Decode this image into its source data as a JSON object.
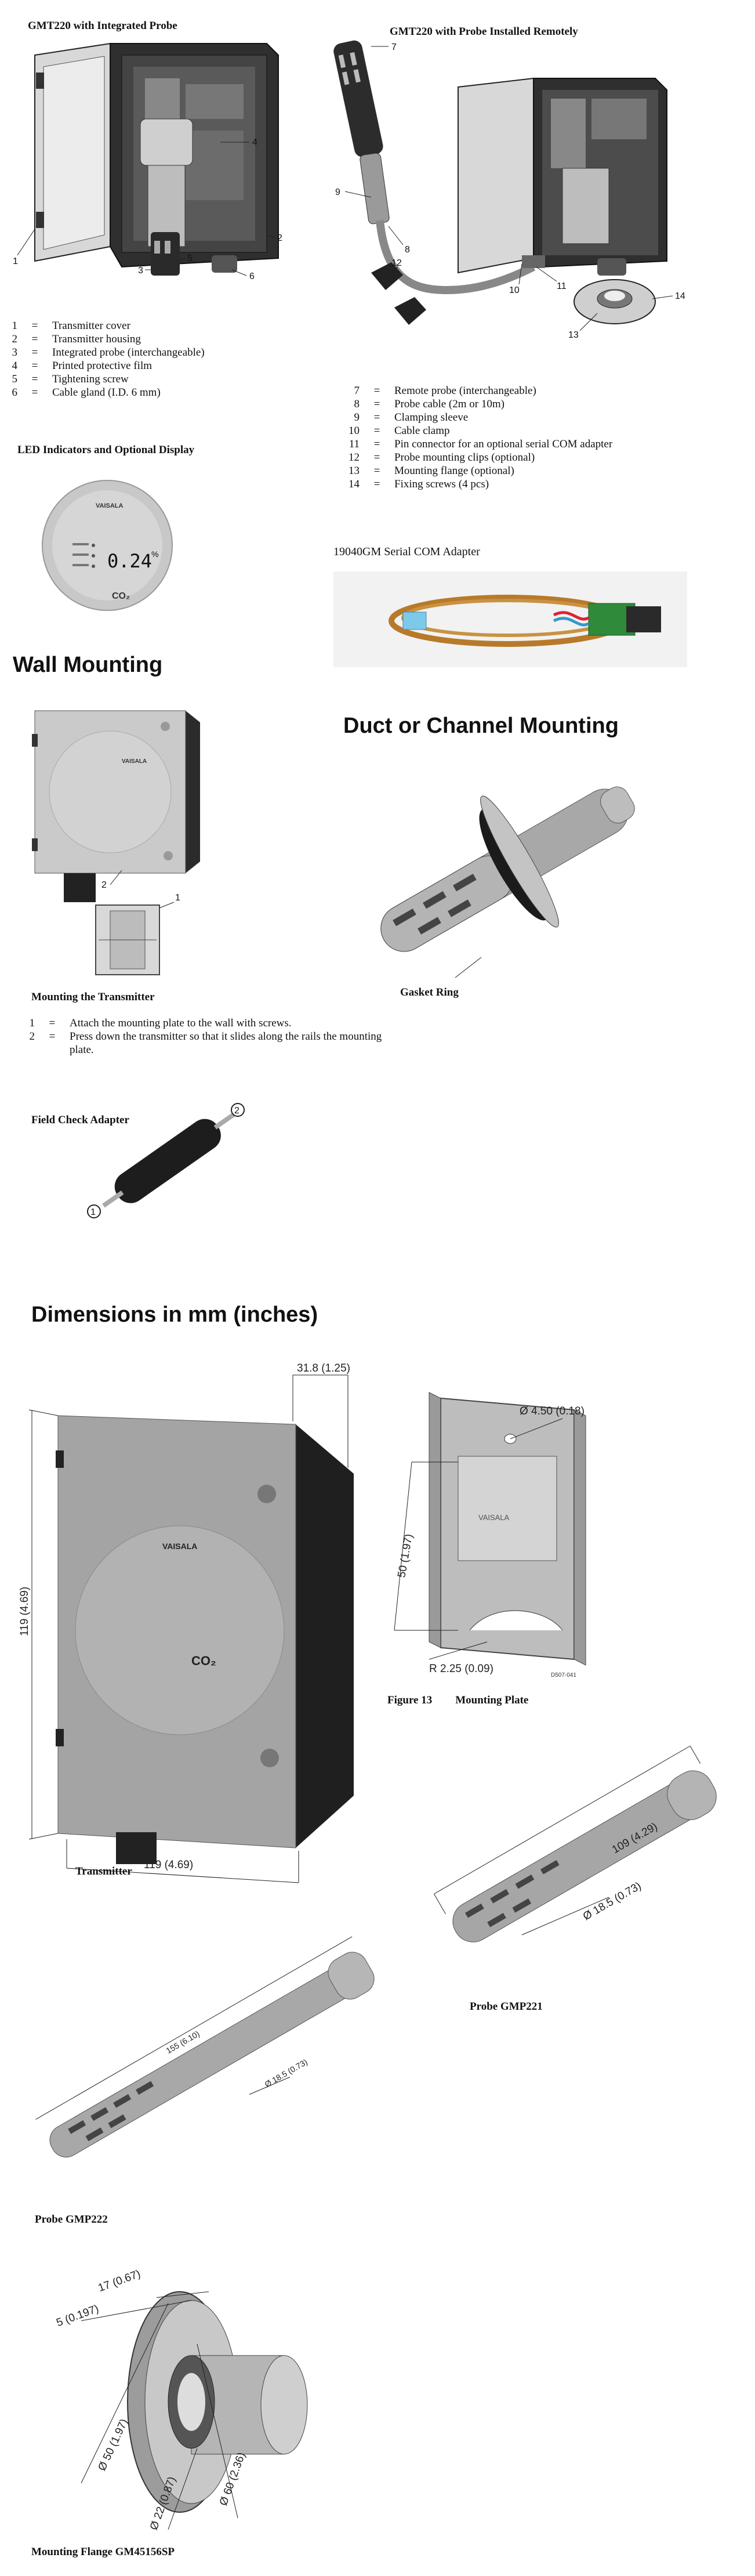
{
  "section_top": {
    "caption_integrated": "GMT220 with Integrated Probe",
    "caption_remote": "GMT220 with Probe Installed Remotely",
    "legend_left": [
      {
        "n": "1",
        "t": "Transmitter cover"
      },
      {
        "n": "2",
        "t": "Transmitter housing"
      },
      {
        "n": "3",
        "t": "Integrated probe (interchangeable)"
      },
      {
        "n": "4",
        "t": "Printed protective film"
      },
      {
        "n": "5",
        "t": "Tightening screw"
      },
      {
        "n": "6",
        "t": "Cable gland (I.D. 6 mm)"
      }
    ],
    "legend_right": [
      {
        "n": "7",
        "t": "Remote probe (interchangeable)"
      },
      {
        "n": "8",
        "t": "Probe cable (2m or 10m)"
      },
      {
        "n": "9",
        "t": "Clamping sleeve"
      },
      {
        "n": "10",
        "t": "Cable clamp"
      },
      {
        "n": "11",
        "t": "Pin connector for an optional serial COM adapter"
      },
      {
        "n": "12",
        "t": "Probe mounting clips (optional)"
      },
      {
        "n": "13",
        "t": "Mounting flange (optional)"
      },
      {
        "n": "14",
        "t": "Fixing screws (4 pcs)"
      }
    ],
    "eq": "=",
    "led_caption": "LED Indicators and Optional Display",
    "display_value": "0.24",
    "display_unit": "%",
    "display_gas": "CO₂",
    "brand": "VAISALA",
    "adapter_caption": "19040GM Serial COM Adapter",
    "callouts_left": [
      "1",
      "2",
      "3",
      "4",
      "5",
      "6"
    ],
    "callouts_right": [
      "7",
      "8",
      "9",
      "10",
      "11",
      "12",
      "13",
      "14"
    ]
  },
  "section_wall": {
    "title": "Wall Mounting",
    "duct_title": "Duct or Channel Mounting",
    "mounting_caption": "Mounting the Transmitter",
    "gasket_caption": "Gasket Ring",
    "steps": [
      {
        "n": "1",
        "t": "Attach the mounting plate to the wall with screws."
      },
      {
        "n": "2",
        "t": "Press down the transmitter so that it slides along the rails the mounting plate."
      }
    ],
    "callouts": [
      "1",
      "2"
    ],
    "field_check_caption": "Field Check Adapter",
    "field_check_callouts": [
      "1",
      "2"
    ]
  },
  "section_dims": {
    "title": "Dimensions in mm (inches)",
    "transmitter_caption": "Transmitter",
    "dim_width": "119 (4.69)",
    "dim_height": "119 (4.69)",
    "dim_depth": "31.8 (1.25)",
    "plate_figure": "Figure 13",
    "plate_caption": "Mounting Plate",
    "plate_hole": "Ø 4.50 (0.18)",
    "plate_height": "50 (1.97)",
    "plate_radius": "R 2.25 (0.09)",
    "plate_code": "D507-041",
    "gmp221_caption": "Probe GMP221",
    "gmp221_len": "109 (4.29)",
    "gmp221_dia": "Ø 18.5 (0.73)",
    "gmp222_caption": "Probe GMP222",
    "gmp222_len": "155 (6.10)",
    "gmp222_dia": "Ø 18.5 (0.73)",
    "flange_caption": "Mounting Flange GM45156SP",
    "flange_d1": "17 (0.67)",
    "flange_d2": "5 (0.197)",
    "flange_d3": "Ø 50 (1.97)",
    "flange_d4": "Ø 22 (0.87)",
    "flange_d5": "Ø 60 (2.36)"
  },
  "colors": {
    "grey_light": "#cfcfcf",
    "grey_mid": "#9a9a9a",
    "grey_dark": "#3c3c3c",
    "black": "#1a1a1a"
  }
}
